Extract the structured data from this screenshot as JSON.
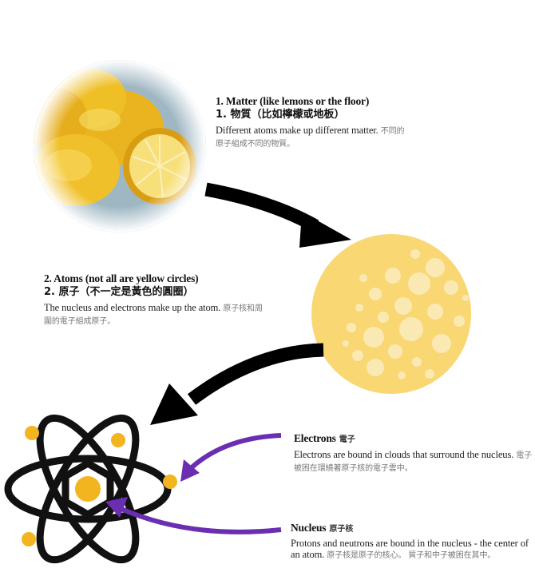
{
  "step1": {
    "title_en": "1. Matter (like lemons or the floor)",
    "title_zh": "1. 物質（比如檸檬或地板）",
    "desc_en": "Different atoms make up different matter.",
    "desc_zh": "不同的原子組成不同的物質。"
  },
  "step2": {
    "title_en": "2. Atoms (not all are yellow circles)",
    "title_zh": "2. 原子（不一定是黃色的圓圈）",
    "desc_en": "The nucleus and electrons make up the atom.",
    "desc_zh": "原子核和周圍的電子組成原子。"
  },
  "electrons": {
    "title_en": "Electrons",
    "title_zh": "電子",
    "desc_en": "Electrons are bound in clouds that surround the nucleus.",
    "desc_zh": "電子被困在環繞著原子核的電子雲中。"
  },
  "nucleus": {
    "title_en": "Nucleus",
    "title_zh": "原子核",
    "desc_en": "Protons and neutrons are bound in the nucleus - the center of an atom.",
    "desc_zh": "原子核是原子的核心。 質子和中子被困在其中。"
  },
  "colors": {
    "arrow_black": "#000000",
    "arrow_purple": "#6a2fb0",
    "atom_yellow": "#f9d773",
    "atom_dot": "#fbe9b4",
    "electron_gold": "#f2b41f",
    "lemon": "#f1c128"
  }
}
